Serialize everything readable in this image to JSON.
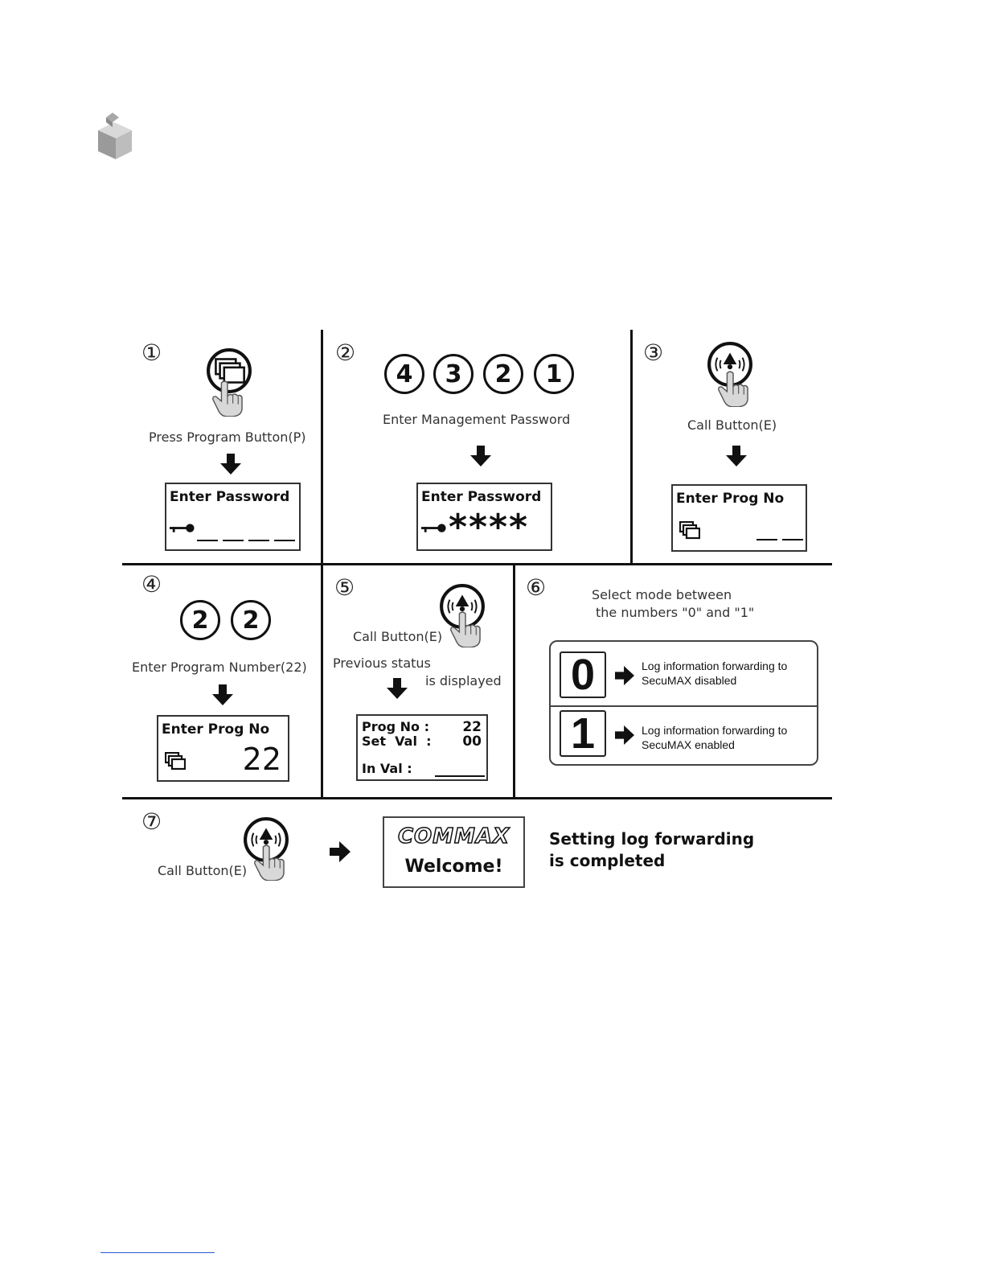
{
  "steps": [
    {
      "num": "①",
      "caption": "Press Program Button(P)",
      "icon": "program-button-icon",
      "lcd": {
        "title": "Enter Password",
        "icon": "key-icon"
      }
    },
    {
      "num": "②",
      "digits": [
        "4",
        "3",
        "2",
        "1"
      ],
      "caption": "Enter Management Password",
      "lcd": {
        "title": "Enter Password",
        "icon": "key-icon",
        "masked": "****"
      }
    },
    {
      "num": "③",
      "caption": "Call Button(E)",
      "icon": "call-button-icon",
      "lcd": {
        "title": "Enter Prog No",
        "icon": "program-icon"
      }
    },
    {
      "num": "④",
      "digits": [
        "2",
        "2"
      ],
      "caption": "Enter Program Number(22)",
      "lcd": {
        "title": "Enter Prog No",
        "icon": "program-icon",
        "value": "22"
      }
    },
    {
      "num": "⑤",
      "caption": "Call Button(E)",
      "caption2_line1": "Previous status",
      "caption2_line2": "is displayed",
      "lcd": {
        "prog_label": "Prog No :",
        "prog_value": "22",
        "set_label": "Set  Val  :",
        "set_value": "00",
        "in_label": "In Val :"
      }
    },
    {
      "num": "⑥",
      "caption_line1": "Select mode  between",
      "caption_line2": "the numbers \"0\" and \"1\"",
      "modes": [
        {
          "digit": "0",
          "line1": "Log information forwarding to",
          "line2": "SecuMAX disabled"
        },
        {
          "digit": "1",
          "line1": "Log information forwarding to",
          "line2": "SecuMAX enabled"
        }
      ]
    },
    {
      "num": "⑦",
      "caption": "Call Button(E)",
      "brand": "COMMAX",
      "welcome": "Welcome!",
      "result_line1": "Setting log forwarding",
      "result_line2": "is completed"
    }
  ]
}
